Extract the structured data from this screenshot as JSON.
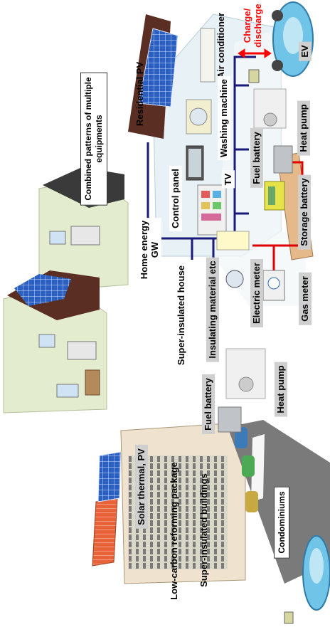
{
  "labels": {
    "residential_pv": "Residential PV",
    "combined_patterns_line1": "Combined patterns of multiple",
    "combined_patterns_line2": "equipments",
    "air_conditioner": "Air conditioner",
    "charge_discharge_line1": "Charge/",
    "charge_discharge_line2": "discharge",
    "ev_right": "EV",
    "washing_machine": "Washing machine",
    "heat_pump_right": "Heat pump",
    "fuel_battery_right": "Fuel battery",
    "storage_battery": "Storage battery",
    "tv": "TV",
    "control_panel": "Control panel",
    "home_energy_gw_line1": "Home energy",
    "home_energy_gw_line2": "GW",
    "super_insulated_house": "Super-insulated house",
    "insulating_material": "Insulating material etc",
    "electric_meter": "Electric meter",
    "gas_meter": "Gas meter",
    "fuel_battery_left": "Fuel battery",
    "heat_pump_left": "Heat pump",
    "solar_thermal_pv": "Solar thermal, PV",
    "low_carbon_package": "Low-carbon reforming package",
    "super_insulated_buildings": "Super-insulated buildings",
    "condominiums": "Condominiums"
  },
  "colors": {
    "electric_line": "#1a1a7a",
    "gas_line": "#e00000",
    "arrow": "#ff0000",
    "roof": "#5a2e22",
    "roof_dark": "#3a3a3a",
    "wall": "#e3eccf",
    "solar_panel": "#2b5fc0",
    "solar_thermal": "#e8623a",
    "road": "#7a7a7a",
    "interior": "#e7f1f6",
    "ev_body": "#6fc4e8"
  },
  "icons": [
    "car-icon",
    "solar-panel-icon",
    "house-icon",
    "meter-icon",
    "battery-icon",
    "tv-icon",
    "washer-icon",
    "heat-pump-icon",
    "fuel-cell-icon",
    "building-icon"
  ]
}
